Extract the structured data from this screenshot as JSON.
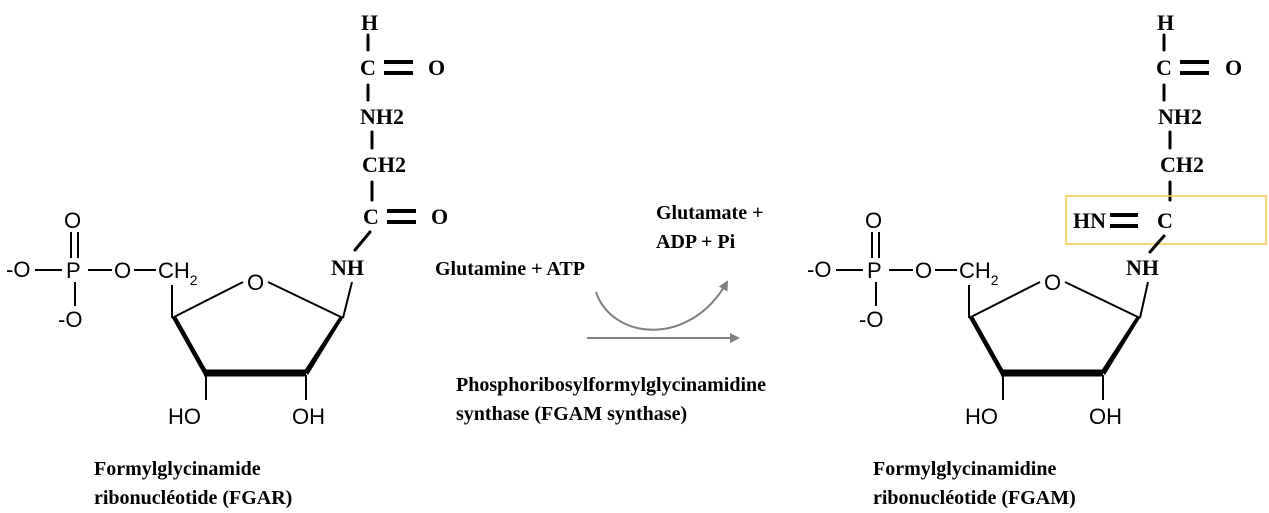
{
  "left_molecule": {
    "chain": {
      "h": "H",
      "c1": "C",
      "o1": "O",
      "nh2": "NH2",
      "ch2": "CH2",
      "c2": "C",
      "o2": "O",
      "nh": "NH"
    },
    "phosphate": {
      "o_top": "O",
      "o_left": "-O",
      "p": "P",
      "o_link": "O",
      "ch": "CH",
      "sub2": "2",
      "o_bottom": "-O"
    },
    "ring": {
      "o": "O",
      "ho": "HO",
      "oh": "OH"
    },
    "name": [
      "Formylglycinamide",
      "ribonucléotide (FGAR)"
    ]
  },
  "right_molecule": {
    "chain": {
      "h": "H",
      "c1": "C",
      "o1": "O",
      "nh2": "NH2",
      "ch2": "CH2",
      "hn": "HN",
      "c2": "C",
      "nh": "NH"
    },
    "phosphate": {
      "o_top": "O",
      "o_left": "-O",
      "p": "P",
      "o_link": "O",
      "ch": "CH",
      "sub2": "2",
      "o_bottom": "-O"
    },
    "ring": {
      "o": "O",
      "ho": "HO",
      "oh": "OH"
    },
    "name": [
      "Formylglycinamidine",
      "ribonucléotide (FGAM)"
    ],
    "highlight_color": "#f2c94c"
  },
  "reaction": {
    "reactants": "Glutamine + ATP",
    "reactants_color": "#f2c94c",
    "products": [
      "Glutamate +",
      "ADP + Pi"
    ],
    "enzyme": [
      "Phosphoribosylformylglycinamidine",
      "synthase (FGAM synthase)"
    ],
    "arrow_color": "#808080"
  }
}
